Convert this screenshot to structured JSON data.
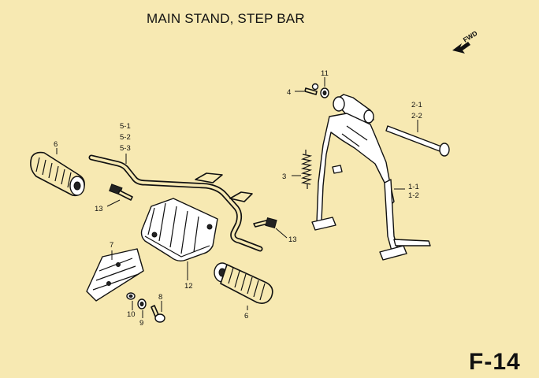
{
  "title": "MAIN STAND, STEP BAR",
  "page_code": "F-14",
  "fwd_label": "FWD",
  "callouts": {
    "footpeg_left": "6",
    "footpeg_right": "6",
    "step_bar": [
      "5-1",
      "5-2",
      "5-3"
    ],
    "bolt_upper": "13",
    "bolt_lower": "13",
    "heel_guard": "12",
    "bracket": "7",
    "nut": "10",
    "washer": "9",
    "screw": "8",
    "spring": "3",
    "pin": "4",
    "clip": "11",
    "stand": [
      "1-1",
      "1-2"
    ],
    "pivot_shaft": [
      "2-1",
      "2-2"
    ]
  },
  "icons": [
    "fwd-arrow-icon"
  ]
}
